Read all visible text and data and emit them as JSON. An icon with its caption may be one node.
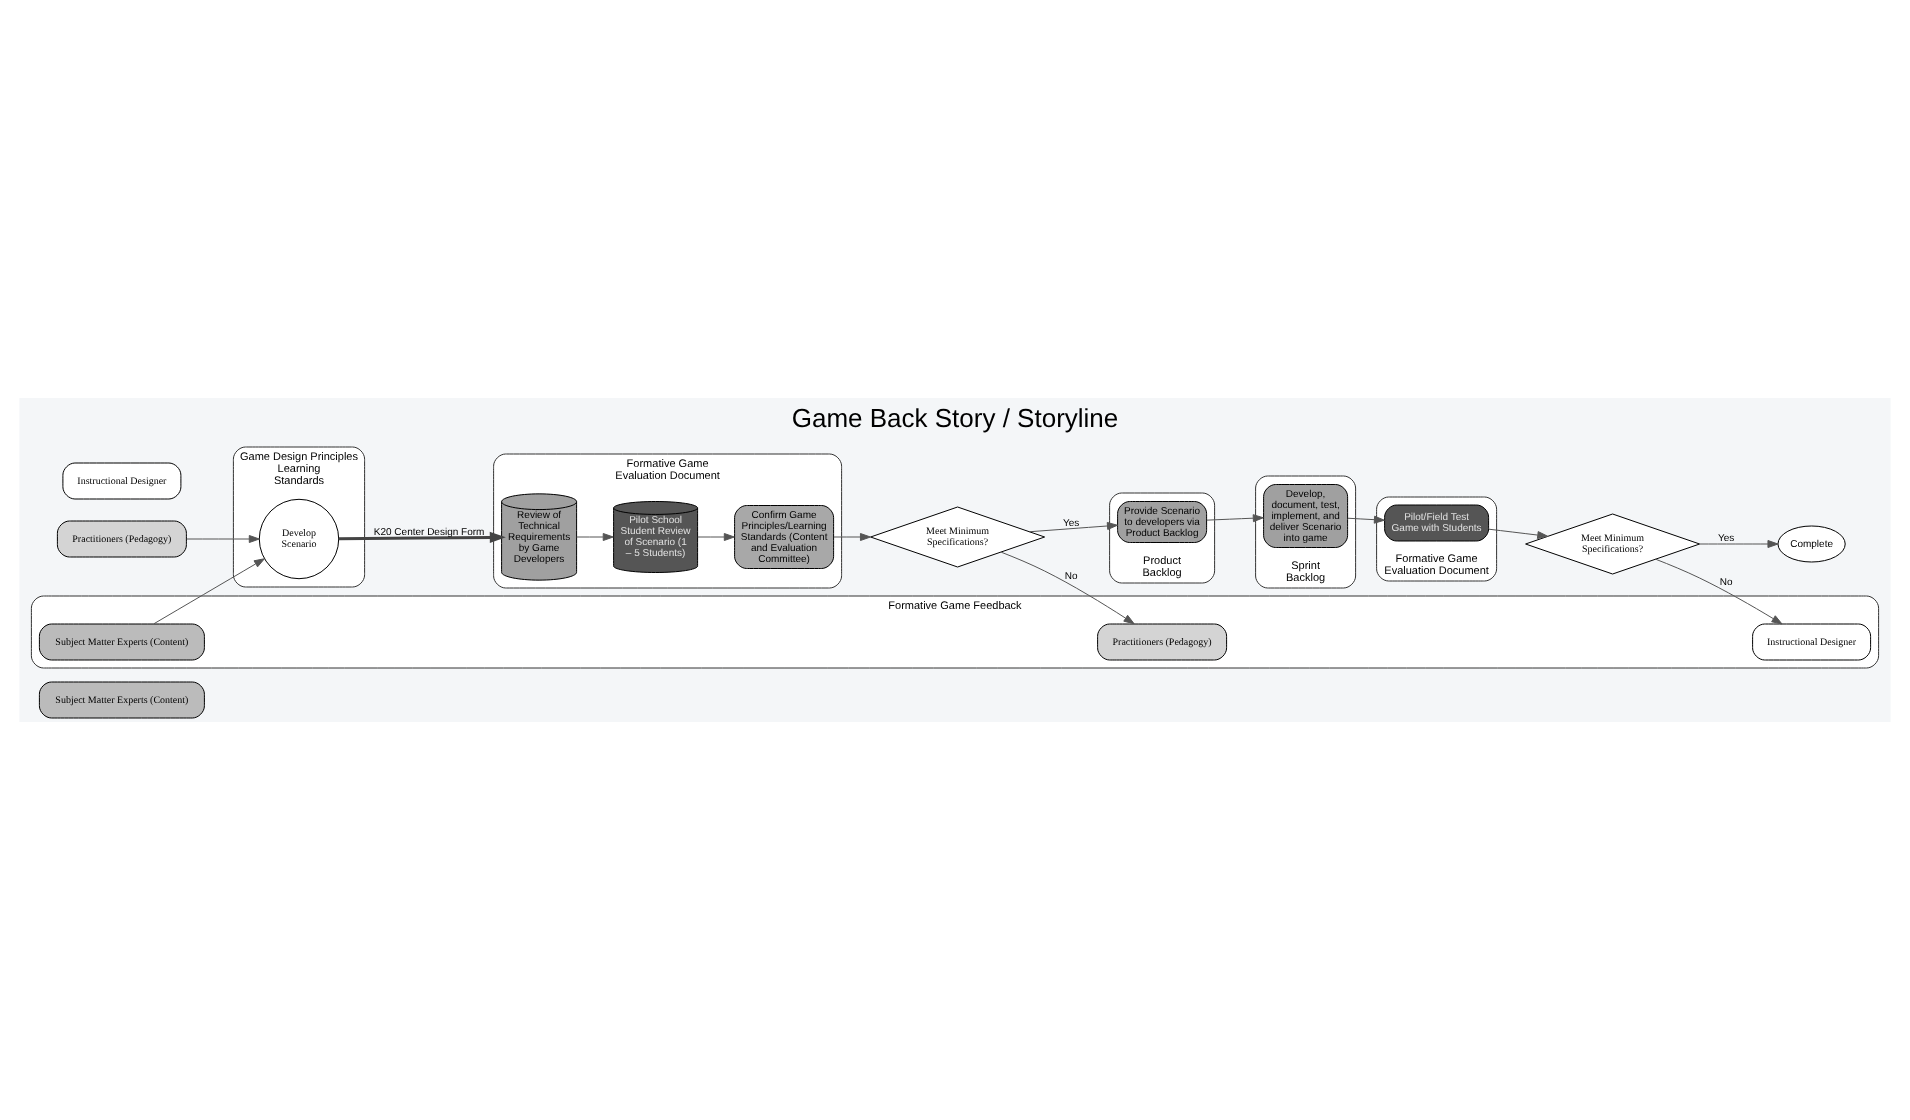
{
  "diagram": {
    "title": "Game Back Story / Storyline",
    "nodes": [
      {
        "text": [
          "Subject Matter Experts (Content)"
        ]
      },
      {
        "text": [
          "Practitioners (Pedagogy)"
        ]
      },
      {
        "text": [
          "Instructional Designer"
        ]
      },
      {
        "text": [
          "Game Design Principles",
          "Learning",
          "Standards"
        ]
      },
      {
        "text": [
          "Develop Scenario"
        ],
        "in": 3
      },
      {
        "text": [
          "Formative Game Evaluation Document"
        ]
      },
      {
        "text": [
          "Review of Technical Requirements by Game Developers"
        ],
        "in": 5
      },
      {
        "text": [
          "Pilot School Student Review of Scenario (1 – 5 Students)"
        ],
        "in": 5
      },
      {
        "text": [
          "Confirm Game Principles/Learning Standards (Content and Evaluation Committee)"
        ],
        "in": 5
      },
      {
        "text": [
          "Meet Minimum Specifications?"
        ]
      },
      {
        "text": [
          "Formative Game Feedback"
        ]
      },
      {
        "text": [
          "Subject Matter Experts (Content)"
        ],
        "in": 10
      },
      {
        "text": [
          "Practitioners (Pedagogy)"
        ],
        "in": 10
      },
      {
        "text": [
          "Instructional Designer"
        ],
        "in": 10
      },
      {
        "text": [
          "Product Backlog"
        ]
      },
      {
        "text": [
          "Provide Scenario to developers via Product Backlog"
        ],
        "in": 14
      },
      {
        "text": [
          "Sprint Backlog"
        ]
      },
      {
        "text": [
          "Develop, document, test, implement, and deliver Scenario into game"
        ],
        "in": 16
      },
      {
        "text": [
          "Formative Game Evaluation Document"
        ]
      },
      {
        "text": [
          "Pilot/Field Test Game with Students"
        ],
        "in": 18
      },
      {
        "text": [
          "Meet Minimum Specifications?"
        ]
      },
      {
        "text": [
          "Complete"
        ]
      }
    ],
    "edges": [
      {
        "from": 1,
        "to": 4,
        "arrow": "to"
      },
      {
        "from": 4,
        "to": 6,
        "arrow": "to",
        "label": "K20 Center Design Form",
        "color": "#444444"
      },
      {
        "from": 6,
        "to": 7,
        "arrow": "to"
      },
      {
        "from": 7,
        "to": 8,
        "arrow": "to"
      },
      {
        "from": 8,
        "to": 9,
        "arrow": "to"
      },
      {
        "from": 9,
        "to": 12,
        "arrow": "to",
        "label": "No"
      },
      {
        "from": 11,
        "to": 4,
        "arrow": "to"
      },
      {
        "from": 9,
        "to": 15,
        "arrow": "to",
        "label": "Yes"
      },
      {
        "from": 15,
        "to": 17,
        "arrow": "to"
      },
      {
        "from": 17,
        "to": 19,
        "arrow": "to"
      },
      {
        "from": 19,
        "to": 20,
        "arrow": "to"
      },
      {
        "from": 20,
        "to": 13,
        "arrow": "to",
        "label": "No"
      },
      {
        "from": 20,
        "to": 21,
        "arrow": "to",
        "label": "Yes"
      }
    ]
  }
}
